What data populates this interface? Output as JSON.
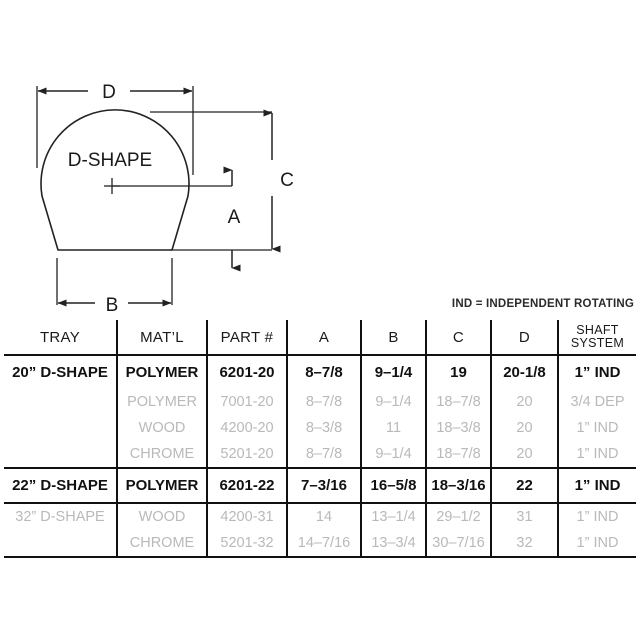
{
  "drawing": {
    "shape_label": "D-SHAPE",
    "dim_d": "D",
    "dim_c": "C",
    "dim_a": "A",
    "dim_b": "B",
    "center_mark": "+"
  },
  "note": {
    "ind_legend": "IND = INDEPENDENT ROTATING"
  },
  "table": {
    "headers": {
      "tray": "TRAY",
      "matl": "MAT’L",
      "part": "PART #",
      "a": "A",
      "b": "B",
      "c": "C",
      "d": "D",
      "shaft_line1": "SHAFT",
      "shaft_line2": "SYSTEM"
    },
    "groups": [
      {
        "rows": [
          {
            "emphasis": "primary",
            "tray": "20” D-SHAPE",
            "matl": "POLYMER",
            "part": "6201-20",
            "a": "8–7/8",
            "b": "9–1/4",
            "c": "19",
            "d": "20-1/8",
            "shaft": "1” IND"
          },
          {
            "emphasis": "secondary",
            "tray": "",
            "matl": "POLYMER",
            "part": "7001-20",
            "a": "8–7/8",
            "b": "9–1/4",
            "c": "18–7/8",
            "d": "20",
            "shaft": "3/4 DEP"
          },
          {
            "emphasis": "secondary",
            "tray": "",
            "matl": "WOOD",
            "part": "4200-20",
            "a": "8–3/8",
            "b": "11",
            "c": "18–3/8",
            "d": "20",
            "shaft": "1” IND"
          },
          {
            "emphasis": "secondary",
            "tray": "",
            "matl": "CHROME",
            "part": "5201-20",
            "a": "8–7/8",
            "b": "9–1/4",
            "c": "18–7/8",
            "d": "20",
            "shaft": "1” IND"
          }
        ]
      },
      {
        "rows": [
          {
            "emphasis": "primary",
            "tray": "22” D-SHAPE",
            "matl": "POLYMER",
            "part": "6201-22",
            "a": "7–3/16",
            "b": "16–5/8",
            "c": "18–3/16",
            "d": "22",
            "shaft": "1” IND"
          }
        ]
      },
      {
        "rows": [
          {
            "emphasis": "secondary",
            "tray": "32” D-SHAPE",
            "matl": "WOOD",
            "part": "4200-31",
            "a": "14",
            "b": "13–1/4",
            "c": "29–1/2",
            "d": "31",
            "shaft": "1” IND"
          },
          {
            "emphasis": "secondary",
            "tray": "",
            "matl": "CHROME",
            "part": "5201-32",
            "a": "14–7/16",
            "b": "13–3/4",
            "c": "30–7/16",
            "d": "32",
            "shaft": "1” IND"
          }
        ]
      }
    ]
  }
}
